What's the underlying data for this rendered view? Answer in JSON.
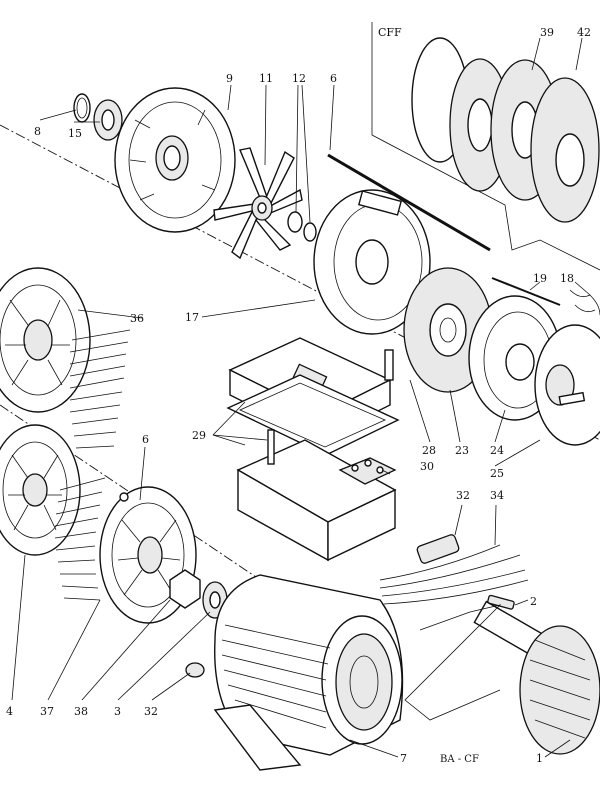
{
  "figure": {
    "inset_title": "CFF",
    "variant_label": "BA - CF"
  },
  "callouts": [
    {
      "id": "c1",
      "text": "1"
    },
    {
      "id": "c2",
      "text": "2"
    },
    {
      "id": "c3",
      "text": "3"
    },
    {
      "id": "c4",
      "text": "4"
    },
    {
      "id": "c6a",
      "text": "6"
    },
    {
      "id": "c6b",
      "text": "6"
    },
    {
      "id": "c7",
      "text": "7"
    },
    {
      "id": "c8",
      "text": "8"
    },
    {
      "id": "c9",
      "text": "9"
    },
    {
      "id": "c11",
      "text": "11"
    },
    {
      "id": "c12",
      "text": "12"
    },
    {
      "id": "c15",
      "text": "15"
    },
    {
      "id": "c17",
      "text": "17"
    },
    {
      "id": "c18",
      "text": "18"
    },
    {
      "id": "c19",
      "text": "19"
    },
    {
      "id": "c23",
      "text": "23"
    },
    {
      "id": "c24",
      "text": "24"
    },
    {
      "id": "c25",
      "text": "25"
    },
    {
      "id": "c28",
      "text": "28"
    },
    {
      "id": "c29",
      "text": "29"
    },
    {
      "id": "c30",
      "text": "30"
    },
    {
      "id": "c32a",
      "text": "32"
    },
    {
      "id": "c32b",
      "text": "32"
    },
    {
      "id": "c34",
      "text": "34"
    },
    {
      "id": "c36",
      "text": "36"
    },
    {
      "id": "c37",
      "text": "37"
    },
    {
      "id": "c38",
      "text": "38"
    },
    {
      "id": "c39",
      "text": "39"
    },
    {
      "id": "c42",
      "text": "42"
    }
  ]
}
